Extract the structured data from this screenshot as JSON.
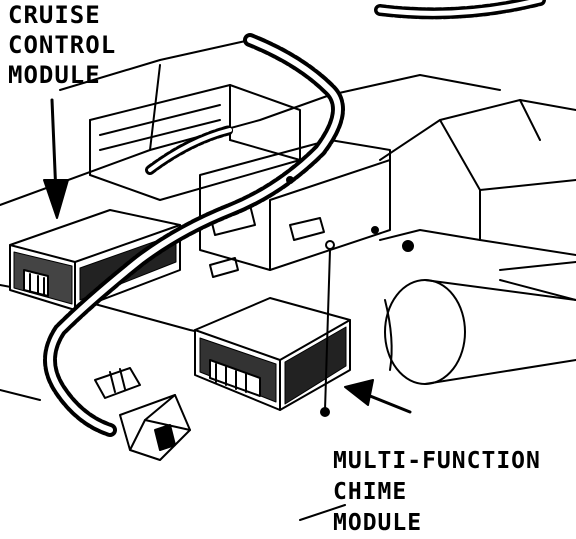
{
  "labels": {
    "cruise_control_module": [
      "CRUISE",
      "CONTROL",
      "MODULE"
    ],
    "multi_function_chime_module": [
      "MULTI-FUNCTION",
      "CHIME",
      "MODULE"
    ]
  },
  "colors": {
    "ink": "#000000",
    "paper": "#ffffff"
  }
}
